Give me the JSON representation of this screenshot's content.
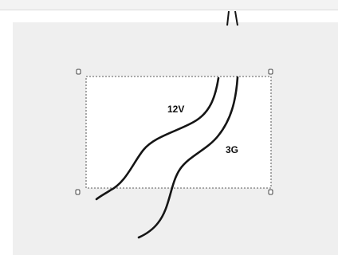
{
  "colors": {
    "canvas_background": "#efefef",
    "top_bar": "#f3f3f3",
    "selection_fill": "#ffffff",
    "selection_border": "#7a7a7a",
    "cable_stroke": "#151515",
    "handle": "#444444"
  },
  "drawing": {
    "cable_12v_label": "12V",
    "cable_3g_label": "3G"
  },
  "selection": {
    "handle_icon": "resize-handle-icon",
    "border_style": "dotted"
  }
}
